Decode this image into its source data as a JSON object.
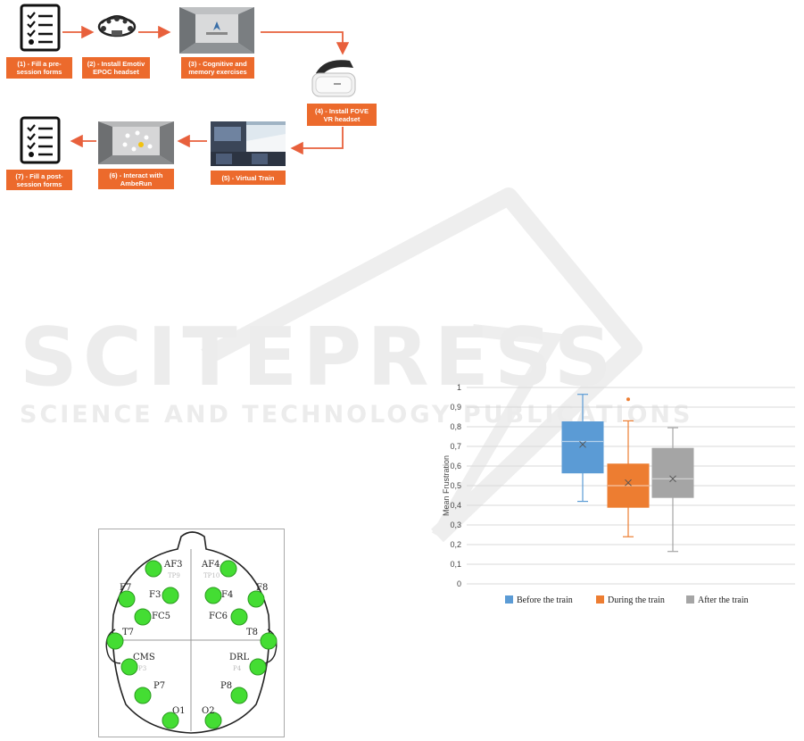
{
  "steps": {
    "s1": "(1) - Fill a pre-session forms",
    "s2": "(2) - Install Emotiv EPOC headset",
    "s3": "(3) - Cognitive and memory exercises",
    "s4": "(4) - Install FOVE VR headset",
    "s5": "(5) - Virtual Train",
    "s6": "(6) - Interact with AmbeRun",
    "s7": "(7) - Fill a post-session forms"
  },
  "watermark": {
    "big": "SCITEPRESS",
    "small": "SCIENCE AND TECHNOLOGY PUBLICATIONS"
  },
  "eeg": {
    "electrodes": [
      "AF3",
      "AF4",
      "F7",
      "F3",
      "F4",
      "F8",
      "FC5",
      "FC6",
      "T7",
      "T8",
      "CMS",
      "DRL",
      "P7",
      "P8",
      "O1",
      "O2"
    ],
    "sublabels": [
      "TP9",
      "TP10",
      "P3",
      "P4"
    ]
  },
  "colors": {
    "step_orange": "#ec6a2c",
    "arrow": "#e8603c",
    "electrode": "#44dd33",
    "before": "#5b9bd5",
    "during": "#ed7d31",
    "after": "#a5a5a5"
  },
  "icons": {
    "form": "checklist-icon",
    "headset": "eeg-headset-icon",
    "vr": "vr-headset-icon"
  },
  "chart_data": {
    "type": "box",
    "title": "",
    "ylabel": "Mean Frustration",
    "xlabel": "",
    "ylim": [
      0,
      1
    ],
    "yticks": [
      "0",
      "0,1",
      "0,2",
      "0,3",
      "0,4",
      "0,5",
      "0,6",
      "0,7",
      "0,8",
      "0,9",
      "1"
    ],
    "grid": true,
    "legend_position": "bottom",
    "series": [
      {
        "name": "Before the train",
        "min": 0.42,
        "q1": 0.565,
        "median": 0.725,
        "mean": 0.71,
        "q3": 0.825,
        "max": 0.965,
        "outliers": []
      },
      {
        "name": "During the train",
        "min": 0.24,
        "q1": 0.39,
        "median": 0.5,
        "mean": 0.515,
        "q3": 0.61,
        "max": 0.83,
        "outliers": [
          0.94
        ]
      },
      {
        "name": "After the train",
        "min": 0.165,
        "q1": 0.44,
        "median": 0.535,
        "mean": 0.535,
        "q3": 0.69,
        "max": 0.795,
        "outliers": []
      }
    ]
  }
}
